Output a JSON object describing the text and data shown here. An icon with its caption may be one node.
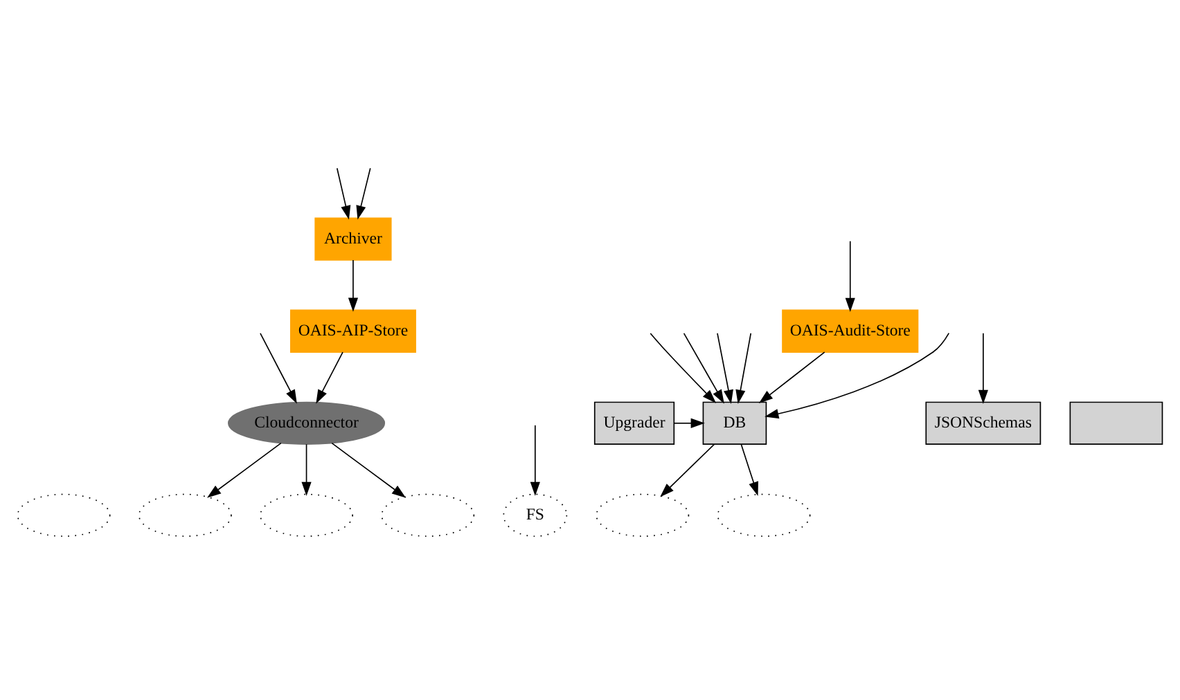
{
  "diagram": {
    "nodes": [
      {
        "text": [
          "Archiver"
        ]
      },
      {
        "text": [
          "OAIS-Audit-Store"
        ]
      },
      {
        "text": [
          "OAIS-AIP-Store"
        ]
      },
      {
        "text": [
          "Cloudconnector"
        ]
      },
      {
        "text": [
          "Upgrader"
        ]
      },
      {
        "text": [
          "DB"
        ]
      },
      {
        "text": [
          "JSONSchemas"
        ]
      },
      {
        "text": [],
        "shape": "box"
      },
      {
        "text": [],
        "shape": "ellipse"
      },
      {
        "text": [],
        "shape": "ellipse"
      },
      {
        "text": [],
        "shape": "ellipse"
      },
      {
        "text": [],
        "shape": "ellipse"
      },
      {
        "text": [
          "FS"
        ]
      },
      {
        "text": [],
        "shape": "ellipse"
      },
      {
        "text": [],
        "shape": "ellipse"
      }
    ],
    "edges": [
      {
        "from": null,
        "to": 3,
        "arrow": "to"
      },
      {
        "from": null,
        "to": 0,
        "arrow": "to"
      },
      {
        "from": null,
        "to": 5,
        "arrow": "to"
      },
      {
        "from": null,
        "to": 12,
        "arrow": "to"
      },
      {
        "from": null,
        "to": 5,
        "arrow": "to"
      },
      {
        "from": null,
        "to": 5,
        "arrow": "to"
      },
      {
        "from": null,
        "to": 0,
        "arrow": "to"
      },
      {
        "from": null,
        "to": 1,
        "arrow": "to"
      },
      {
        "from": null,
        "to": 5,
        "arrow": "to"
      },
      {
        "from": null,
        "to": 5,
        "arrow": "to"
      },
      {
        "from": null,
        "to": 6,
        "arrow": "to"
      },
      {
        "from": 1,
        "to": 5,
        "arrow": "to"
      },
      {
        "from": 0,
        "to": 2,
        "arrow": "to"
      },
      {
        "from": 2,
        "to": 3,
        "arrow": "to"
      },
      {
        "from": 4,
        "to": 5,
        "arrow": "to"
      },
      {
        "from": 3,
        "to": 9,
        "arrow": "to"
      },
      {
        "from": 3,
        "to": 10,
        "arrow": "to"
      },
      {
        "from": 3,
        "to": 11,
        "arrow": "to"
      },
      {
        "from": 5,
        "to": 13,
        "arrow": "to"
      },
      {
        "from": 5,
        "to": 14,
        "arrow": "to"
      }
    ]
  }
}
